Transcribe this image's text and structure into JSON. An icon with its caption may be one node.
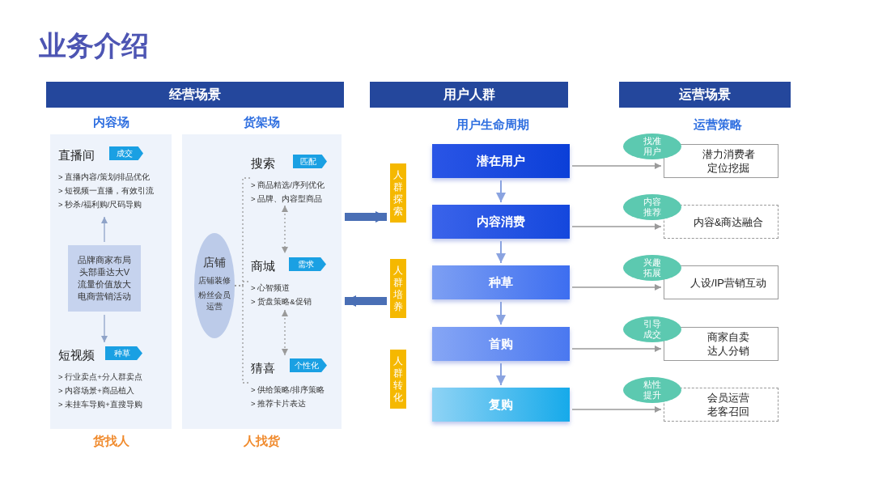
{
  "diagram": {
    "title": "业务介绍",
    "nodes": [
      {
        "text": [
          "经营场景"
        ]
      },
      {
        "text": [
          "内容场"
        ],
        "beside": [
          "货找人"
        ]
      },
      {
        "text": [
          "直播间",
          "> 直播内容/策划/排品优化",
          "> 短视频一直播，有效引流",
          "> 秒杀/福利购/尺码导购"
        ],
        "in": 1
      },
      {
        "text": [
          "成交"
        ],
        "in": 1
      },
      {
        "text": [
          "品牌商家布局头部垂达大V流量价值放大电商营销活动"
        ],
        "in": 1
      },
      {
        "text": [
          "短视频",
          "> 行业卖点+分人群卖点",
          "> 内容场景+商品植入",
          "> 未挂车导购+直搜导购"
        ],
        "in": 1
      },
      {
        "text": [
          "种草"
        ],
        "in": 1
      },
      {
        "text": [
          "货架场"
        ],
        "beside": [
          "人找货"
        ]
      },
      {
        "text": [
          "店铺",
          "店铺装修",
          "粉丝会员运营"
        ],
        "in": 7
      },
      {
        "text": [
          "搜索",
          "> 商品精选/序列优化",
          "> 品牌、内容型商品"
        ],
        "in": 7
      },
      {
        "text": [
          "匹配"
        ],
        "in": 7
      },
      {
        "text": [
          "商城",
          "> 心智频道",
          "> 货盘策略&促销"
        ],
        "in": 7
      },
      {
        "text": [
          "需求"
        ],
        "in": 7
      },
      {
        "text": [
          "猜喜",
          "> 供给策略/排序策略",
          "> 推荐卡片表达"
        ],
        "in": 7
      },
      {
        "text": [
          "个性化"
        ],
        "in": 7
      },
      {
        "text": [
          "用户人群"
        ]
      },
      {
        "text": [
          "潜在用户"
        ]
      },
      {
        "text": [
          "内容消费"
        ]
      },
      {
        "text": [
          "种草"
        ]
      },
      {
        "text": [
          "首购"
        ]
      },
      {
        "text": [
          "复购"
        ]
      },
      {
        "text": [
          "人群探索"
        ]
      },
      {
        "text": [
          "人群培养"
        ]
      },
      {
        "text": [
          "人群转化"
        ]
      },
      {
        "text": [
          "运营场景"
        ]
      },
      {
        "text": [
          "找准用户"
        ]
      },
      {
        "text": [
          "潜力消费者定位挖掘"
        ]
      },
      {
        "text": [
          "内容推荐"
        ]
      },
      {
        "text": [
          "内容&商达融合"
        ]
      },
      {
        "text": [
          "兴趣拓展"
        ]
      },
      {
        "text": [
          "人设/IP营销互动"
        ]
      },
      {
        "text": [
          "引导成交"
        ]
      },
      {
        "text": [
          "商家自卖达人分销"
        ]
      },
      {
        "text": [
          "粘性提升"
        ]
      },
      {
        "text": [
          "会员运营老客召回"
        ]
      }
    ],
    "edges": [
      {
        "from": 4,
        "to": 2,
        "arrow": "to",
        "color": "#8fa3c8"
      },
      {
        "from": 4,
        "to": 5,
        "arrow": "to",
        "color": "#8fa3c8"
      },
      {
        "from": 8,
        "to": 9,
        "arrow": "none",
        "style": "dashed"
      },
      {
        "from": 8,
        "to": 11,
        "arrow": "none",
        "style": "dashed"
      },
      {
        "from": 8,
        "to": 13,
        "arrow": "none",
        "style": "dashed"
      },
      {
        "from": 9,
        "to": 11,
        "arrow": "both",
        "style": "dashed"
      },
      {
        "from": 11,
        "to": 13,
        "arrow": "both",
        "style": "dashed"
      },
      {
        "from": 7,
        "to": 21,
        "arrow": "to",
        "style": "thick",
        "color": "#4a6fb5"
      },
      {
        "from": 22,
        "to": 7,
        "arrow": "to",
        "style": "thick",
        "color": "#4a6fb5"
      },
      {
        "from": 16,
        "to": 17,
        "arrow": "to",
        "color": "#8aa3e0"
      },
      {
        "from": 17,
        "to": 18,
        "arrow": "to",
        "color": "#8aa3e0"
      },
      {
        "from": 18,
        "to": 19,
        "arrow": "to",
        "color": "#8aa3e0"
      },
      {
        "from": 19,
        "to": 20,
        "arrow": "to",
        "color": "#8aa3e0"
      },
      {
        "from": 16,
        "to": 26,
        "arrow": "to"
      },
      {
        "from": 17,
        "to": 28,
        "arrow": "to"
      },
      {
        "from": 18,
        "to": 30,
        "arrow": "to"
      },
      {
        "from": 19,
        "to": 32,
        "arrow": "to"
      },
      {
        "from": 20,
        "to": 34,
        "arrow": "to"
      }
    ],
    "labels": [
      "用户生命周期",
      "运营策略"
    ]
  }
}
